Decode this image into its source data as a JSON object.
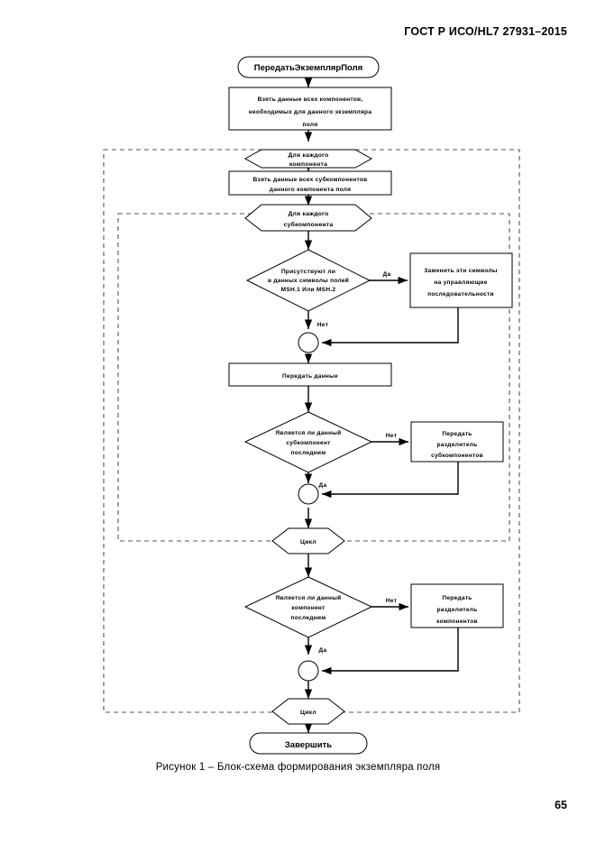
{
  "document": {
    "header": "ГОСТ Р ИСО/HL7 27931–2015",
    "page_number": "65",
    "figure_caption": "Рисунок 1 –  Блок-схема формирования экземпляра поля"
  },
  "chart_data": {
    "type": "diagram",
    "diagram_kind": "flowchart",
    "title": "Блок-схема формирования экземпляра поля",
    "nodes": [
      {
        "id": "start",
        "kind": "terminator",
        "label": "ПередатьЭкземплярПоля"
      },
      {
        "id": "take-components",
        "kind": "process",
        "label": "Взять данные всех компонентов, необходимых для данного экземпляра поля"
      },
      {
        "id": "loop-comp-begin",
        "kind": "loop-begin",
        "label": "Для каждого компонента"
      },
      {
        "id": "take-subcomp",
        "kind": "process",
        "label": "Взять данные всех субкомпонентов данного компонента поля"
      },
      {
        "id": "loop-sub-begin",
        "kind": "loop-begin",
        "label": "Для каждого субкомпонента"
      },
      {
        "id": "dec-msh",
        "kind": "decision",
        "label": "Присутствуют ли в данных символы полей MSH.1 Или MSH.2"
      },
      {
        "id": "replace-esc",
        "kind": "process",
        "label": "Заменить эти символы на управляющие последовательности"
      },
      {
        "id": "merge-1",
        "kind": "connector",
        "label": ""
      },
      {
        "id": "send-data",
        "kind": "process",
        "label": "Передать данные"
      },
      {
        "id": "dec-last-sub",
        "kind": "decision",
        "label": "Является ли данный субкомпонент последним"
      },
      {
        "id": "sep-sub",
        "kind": "process",
        "label": "Передать разделитель субкомпонентов"
      },
      {
        "id": "merge-2",
        "kind": "connector",
        "label": ""
      },
      {
        "id": "loop-sub-end",
        "kind": "loop-end",
        "label": "Цикл"
      },
      {
        "id": "dec-last-comp",
        "kind": "decision",
        "label": "Является ли данный компонент последним"
      },
      {
        "id": "sep-comp",
        "kind": "process",
        "label": "Передать разделитель компонентов"
      },
      {
        "id": "merge-3",
        "kind": "connector",
        "label": ""
      },
      {
        "id": "loop-comp-end",
        "kind": "loop-end",
        "label": "Цикл"
      },
      {
        "id": "end",
        "kind": "terminator",
        "label": "Завершить"
      }
    ],
    "edges": [
      {
        "from": "start",
        "to": "take-components",
        "label": ""
      },
      {
        "from": "take-components",
        "to": "loop-comp-begin",
        "label": ""
      },
      {
        "from": "loop-comp-begin",
        "to": "take-subcomp",
        "label": ""
      },
      {
        "from": "take-subcomp",
        "to": "loop-sub-begin",
        "label": ""
      },
      {
        "from": "loop-sub-begin",
        "to": "dec-msh",
        "label": ""
      },
      {
        "from": "dec-msh",
        "to": "replace-esc",
        "label": "Да"
      },
      {
        "from": "dec-msh",
        "to": "merge-1",
        "label": "Нет"
      },
      {
        "from": "replace-esc",
        "to": "merge-1",
        "label": ""
      },
      {
        "from": "merge-1",
        "to": "send-data",
        "label": ""
      },
      {
        "from": "send-data",
        "to": "dec-last-sub",
        "label": ""
      },
      {
        "from": "dec-last-sub",
        "to": "sep-sub",
        "label": "Нет"
      },
      {
        "from": "dec-last-sub",
        "to": "merge-2",
        "label": "Да"
      },
      {
        "from": "sep-sub",
        "to": "merge-2",
        "label": ""
      },
      {
        "from": "merge-2",
        "to": "loop-sub-end",
        "label": ""
      },
      {
        "from": "loop-sub-end",
        "to": "dec-last-comp",
        "label": ""
      },
      {
        "from": "dec-last-comp",
        "to": "sep-comp",
        "label": "Нет"
      },
      {
        "from": "dec-last-comp",
        "to": "merge-3",
        "label": "Да"
      },
      {
        "from": "sep-comp",
        "to": "merge-3",
        "label": ""
      },
      {
        "from": "merge-3",
        "to": "loop-comp-end",
        "label": ""
      },
      {
        "from": "loop-comp-end",
        "to": "end",
        "label": ""
      }
    ]
  },
  "flow": {
    "start_label": "ПередатьЭкземплярПоля",
    "end_label": "Завершить",
    "box_take_components_l1": "Взять данные всех компонентов,",
    "box_take_components_l2": "необходимых для данного экземпляра",
    "box_take_components_l3": "поля",
    "loop_component_l1": "Для каждого",
    "loop_component_l2": "компонента",
    "box_take_subcomponents_l1": "Взять данные всех субкомпонентов",
    "box_take_subcomponents_l2": "данного компонента поля",
    "loop_subcomponent_l1": "Для каждого",
    "loop_subcomponent_l2": "субкомпонента",
    "dec_msh_l1": "Присутствуют ли",
    "dec_msh_l2": "в данных символы полей",
    "dec_msh_l3": "MSH.1 Или MSH.2",
    "box_replace_l1": "Заменить эти символы",
    "box_replace_l2": "на управляющие",
    "box_replace_l3": "последовательности",
    "box_send_data": "Передать данные",
    "dec_last_sub_l1": "Является ли данный",
    "dec_last_sub_l2": "субкомпонент",
    "dec_last_sub_l3": "последним",
    "box_sep_sub_l1": "Передать",
    "box_sep_sub_l2": "разделитель",
    "box_sep_sub_l3": "субкомпонентов",
    "loop_end_sub": "Цикл",
    "dec_last_comp_l1": "Является ли данный",
    "dec_last_comp_l2": "компонент",
    "dec_last_comp_l3": "последним",
    "box_sep_comp_l1": "Передать",
    "box_sep_comp_l2": "разделитель",
    "box_sep_comp_l3": "компонентов",
    "loop_end_comp": "Цикл",
    "yes_label_msh": "Да",
    "no_label_msh": "Нет",
    "no_label_last_sub": "Нет",
    "yes_label_last_sub": "Да",
    "no_label_last_comp": "Нет",
    "yes_label_last_comp": "Да"
  }
}
